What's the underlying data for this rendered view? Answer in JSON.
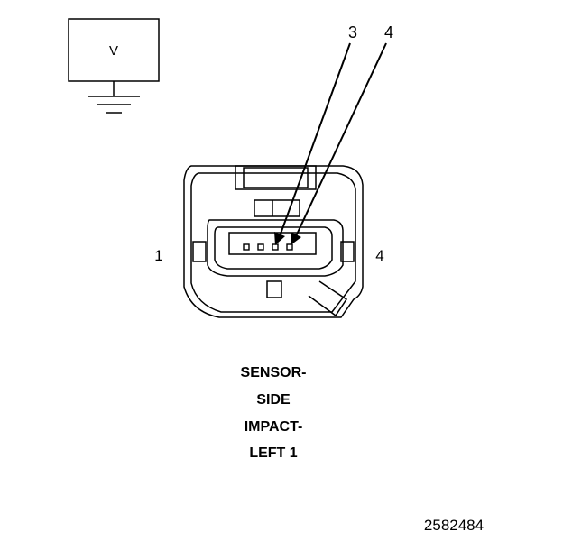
{
  "meter": {
    "label": "V"
  },
  "callouts": {
    "pin_a": "3",
    "pin_b": "4"
  },
  "connector": {
    "pin_left": "1",
    "pin_right": "4"
  },
  "component_name": [
    "SENSOR-",
    "SIDE",
    "IMPACT-",
    "LEFT 1"
  ],
  "figure_id": "2582484"
}
